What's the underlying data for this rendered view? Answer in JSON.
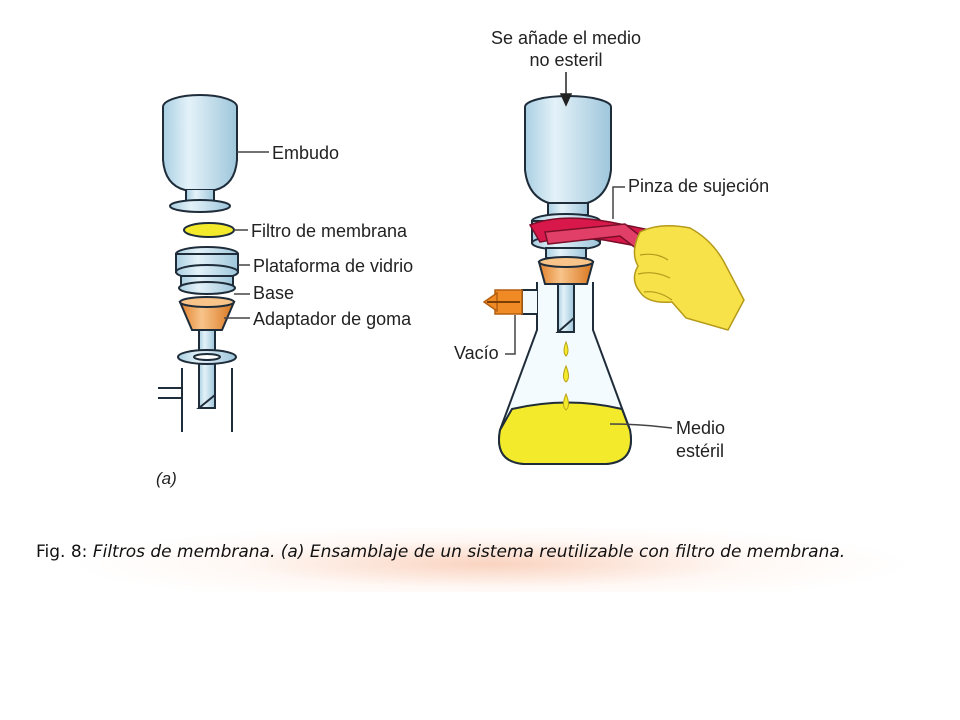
{
  "labels": {
    "embudo": "Embudo",
    "filtro": "Filtro de membrana",
    "plataforma": "Plataforma de vidrio",
    "base": "Base",
    "adaptador": "Adaptador de goma",
    "medio_no_esteril_l1": "Se añade el medio",
    "medio_no_esteril_l2": "no esteril",
    "pinza": "Pinza de sujeción",
    "vacio": "Vacío",
    "medio_esteril_l1": "Medio",
    "medio_esteril_l2": "estéril",
    "panel_a": "(a)"
  },
  "caption": {
    "prefix": "Fig. 8: ",
    "text": "Filtros de membrana. (a) Ensamblaje de un sistema reutilizable con filtro de membrana."
  },
  "colors": {
    "glass": "#cfe6f1",
    "glass_stroke": "#1f2d3a",
    "membrane": "#f3ea2c",
    "rubber": "#f0a052",
    "clamp": "#d8184a",
    "hand": "#f7e24a",
    "sterile_medium": "#f3ea2c",
    "vacuum_arrow": "#ef8a24"
  }
}
